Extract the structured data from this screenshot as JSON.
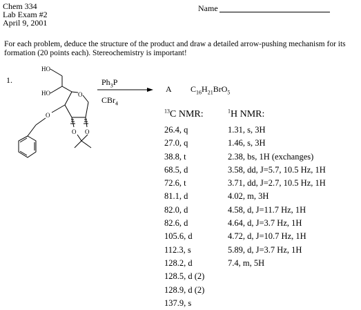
{
  "header": {
    "course": "Chem 334",
    "exam": "Lab Exam #2",
    "date": "April 9, 2001",
    "name_label": "Name"
  },
  "instructions": "For each problem, deduce the structure of the product and draw a detailed arrow-pushing mechanism for its formation (20 points each).  Stereochemistry is important!",
  "problem": {
    "number": "1.",
    "molecule_labels": {
      "oh_top": "HO",
      "oh_left": "HO",
      "ring_o": "O",
      "ring_o2": "O",
      "ring_o3": "O",
      "bn_o": "O"
    },
    "reagent_top": {
      "base": "Ph",
      "sub": "3",
      "tail": "P"
    },
    "reagent_bottom": {
      "base": "CBr",
      "sub": "4"
    },
    "product_label": "A",
    "formula": {
      "c": "C",
      "c_n": "16",
      "h": "H",
      "h_n": "21",
      "rest": "BrO",
      "o_n": "5"
    }
  },
  "c13_nmr": {
    "title_sup": "13",
    "title": "C NMR:",
    "peaks": [
      "26.4, q",
      "27.0, q",
      "38.8, t",
      "68.5, d",
      "72.6, t",
      "81.1, d",
      "82.0, d",
      "82.6, d",
      "105.6, d",
      "112.3, s",
      "128.2, d",
      "128.5, d (2)",
      "128.9, d (2)",
      "137.9, s"
    ]
  },
  "h1_nmr": {
    "title_sup": "1",
    "title": "H NMR:",
    "peaks": [
      "1.31, s, 3H",
      "1.46, s, 3H",
      "2.38, bs, 1H (exchanges)",
      "3.58, dd, J=5.7, 10.5 Hz, 1H",
      "3.71, dd, J=2.7, 10.5 Hz, 1H",
      "4.02, m, 3H",
      "4.58, d, J=11.7 Hz, 1H",
      "4.64, d, J=3.7 Hz, 1H",
      "4.72, d, J=10.7 Hz, 1H",
      "5.89, d, J=3.7 Hz, 1H",
      "7.4, m, 5H"
    ]
  }
}
